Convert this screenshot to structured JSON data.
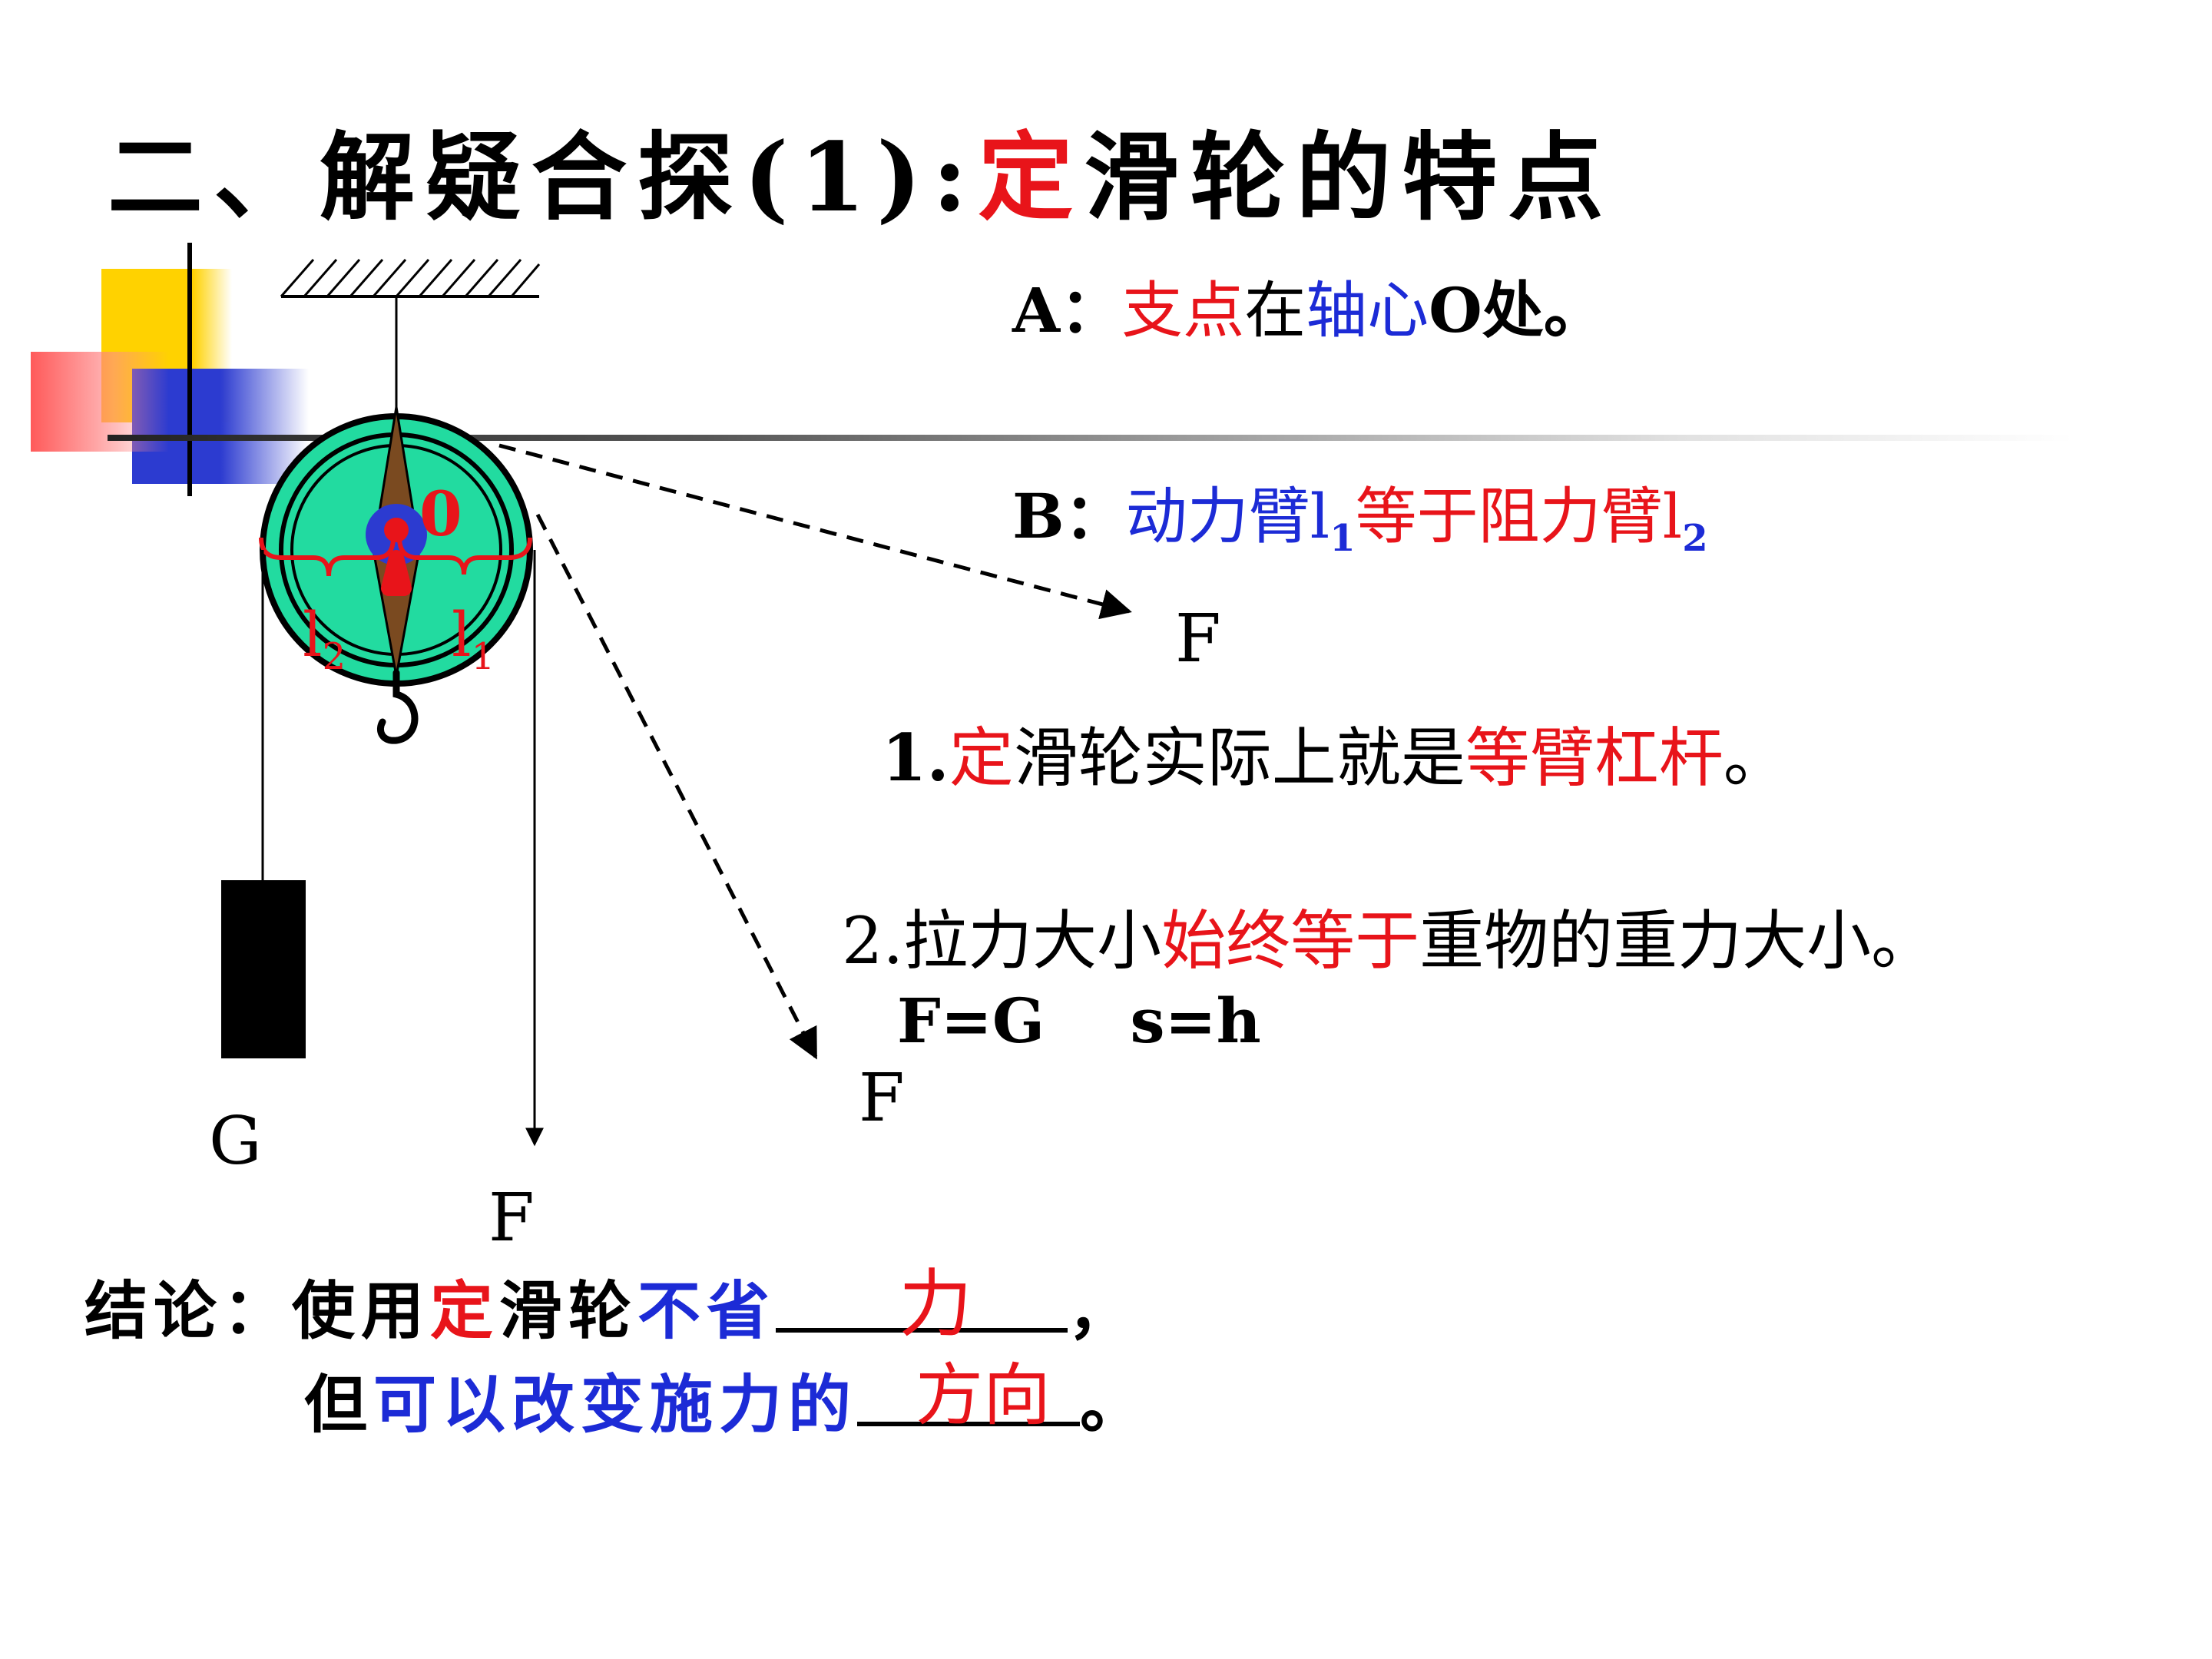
{
  "title": {
    "prefix": "二、解疑合探(1):",
    "highlight": "定",
    "suffix": "滑轮的特点"
  },
  "pointA": {
    "label": "A：",
    "p1": "支点",
    "p2": "在",
    "p3": "轴心",
    "p4": "O处。"
  },
  "pointB": {
    "label": "B：",
    "p1": "动力臂l",
    "s1": "1",
    "p2": "等于阻力臂l",
    "s2": "2"
  },
  "statement1": {
    "num": "1.",
    "p1": "定",
    "p2": "滑轮实际上就是",
    "p3": "等臂杠杆",
    "p4": "。"
  },
  "statement2": {
    "p1": "2.拉力大小",
    "p2": "始终等于",
    "p3": "重物的重力大小。"
  },
  "formula": "F=G    s=h",
  "conclusion": {
    "line1_a": "结论：使用",
    "line1_b": "定",
    "line1_c": "滑轮",
    "line1_d": "不省",
    "line1_end": "，",
    "line2_a": "但",
    "line2_b": "可以改变施力的",
    "line2_end": "。",
    "answer1": "力",
    "answer2": "方向"
  },
  "diagram": {
    "pivot_label": "0",
    "arm_left": "l",
    "arm_left_sub": "2",
    "arm_right": "l",
    "arm_right_sub": "1",
    "weight_label": "G",
    "force_down": "F",
    "force_diag1": "F",
    "force_diag2": "F"
  },
  "colors": {
    "red": "#e8141a",
    "blue": "#1c2bd6",
    "wheel": "#22dba0"
  }
}
